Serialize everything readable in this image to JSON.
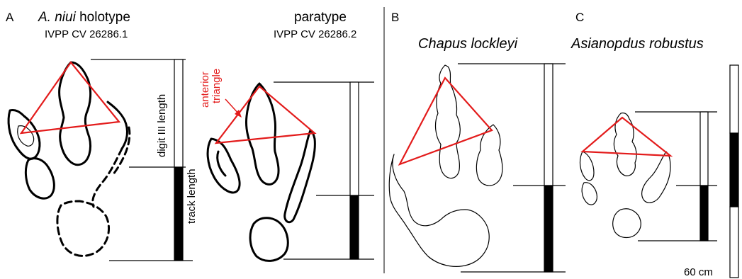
{
  "panels": {
    "a": {
      "letter": "A",
      "title_italic": "A. niui",
      "title_rest": " holotype",
      "specimen": "IVPP CV 26286.1",
      "digit_label": "digit III length",
      "track_label": "track length",
      "annotation": [
        "anterior",
        "triangle"
      ]
    },
    "a2": {
      "title": "paratype",
      "specimen": "IVPP CV 26286.2"
    },
    "b": {
      "letter": "B",
      "title": "Chapus lockleyi"
    },
    "c": {
      "letter": "C",
      "title": "Asianopdus robustus"
    }
  },
  "scale": {
    "label": "60 cm"
  },
  "colors": {
    "triangle": "#e31b1b",
    "outline": "#000000"
  }
}
